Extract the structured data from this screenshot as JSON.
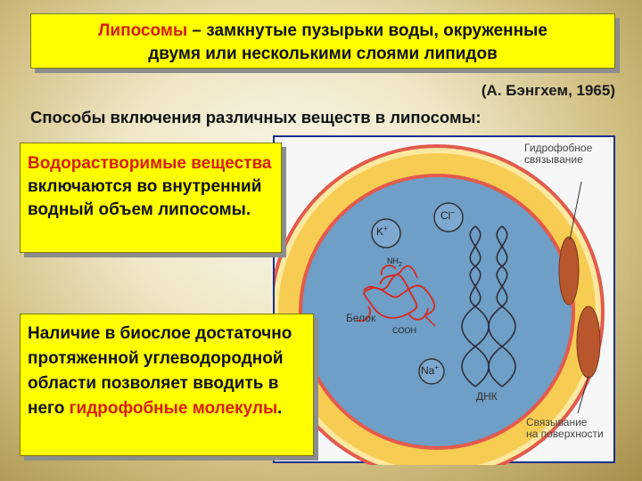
{
  "title": {
    "highlight": "Липосомы",
    "rest_line1": " – замкнутые пузырьки воды, окруженные",
    "line2": "двумя или несколькими слоями липидов"
  },
  "citation": "(А. Бэнгхем, 1965)",
  "subtitle": "Способы включения различных веществ в липосомы:",
  "box_water": {
    "highlight": "Водорастворимые вещества",
    "rest": " включаются во внутренний водный объем липосомы."
  },
  "box_hydro": {
    "text": "Наличие в биослое достаточно протяженной углеводородной области позволяет вводить в него ",
    "highlight": "гидрофобные молекулы",
    "end": "."
  },
  "figure": {
    "label_hydrophobic": [
      "Гидрофобное",
      "связывание"
    ],
    "label_k": "K",
    "label_k_sup": "+",
    "label_cl": "Cl",
    "label_cl_sup": "−",
    "label_na": "Na",
    "label_na_sup": "+",
    "label_nh2": "NH",
    "label_nh2_sub": "2",
    "label_protein": "Белок",
    "label_cooh": "COOH",
    "label_dna": "ДНК",
    "label_surface": [
      "Связывание",
      "на поверхности"
    ],
    "colors": {
      "outer_ring": "#e35a4c",
      "lipid_layer": "#f7cc52",
      "water_core": "#6f9ec6",
      "protein": "#d8281f"
    }
  }
}
